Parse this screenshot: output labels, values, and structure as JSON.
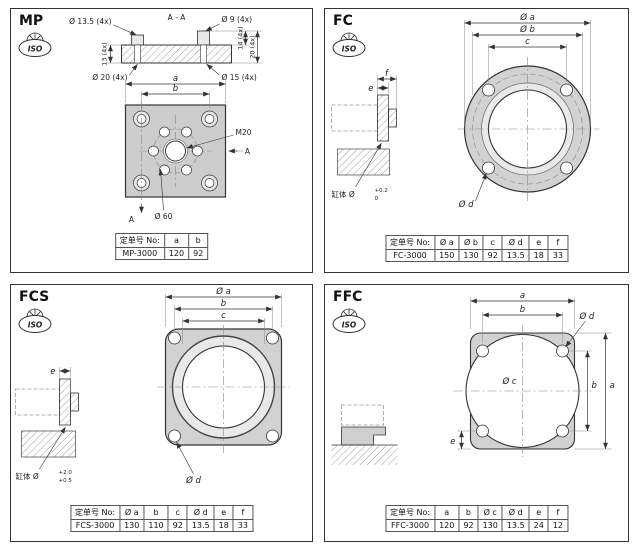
{
  "panels": [
    {
      "title": "MP",
      "iso": "ISO",
      "labels": {
        "dia13": "Ø 13.5 (4x)",
        "section": "A - A",
        "dia9": "Ø 9 (4x)",
        "r14": "14 (4x)",
        "r20": "20 (4x)",
        "l13": "13 (4x)",
        "dia20": "Ø 20 (4x)",
        "dia15": "Ø 15 (4x)",
        "a": "a",
        "b": "b",
        "m20": "M20",
        "dia60": "Ø 60",
        "sa1": "A",
        "sa2": "A"
      },
      "table": {
        "headers": [
          "定单号 No:",
          "a",
          "b"
        ],
        "rows": [
          [
            "MP-3000",
            "120",
            "92"
          ]
        ]
      }
    },
    {
      "title": "FC",
      "iso": "ISO",
      "labels": {
        "da": "Ø a",
        "db": "Ø b",
        "c": "c",
        "dd": "Ø d",
        "e": "e",
        "f": "f",
        "bore": "缸体 Ø",
        "tt": "+0.2",
        "tb": "0"
      },
      "table": {
        "headers": [
          "定单号 No:",
          "Ø a",
          "Ø b",
          "c",
          "Ø d",
          "e",
          "f"
        ],
        "rows": [
          [
            "FC-3000",
            "150",
            "130",
            "92",
            "13.5",
            "18",
            "33"
          ]
        ]
      }
    },
    {
      "title": "FCS",
      "iso": "ISO",
      "labels": {
        "da": "Ø a",
        "b": "b",
        "c": "c",
        "dd": "Ø d",
        "e": "e",
        "bore": "缸体 Ø",
        "tt": "+2.0",
        "tb": "+0.5"
      },
      "table": {
        "headers": [
          "定单号 No:",
          "Ø a",
          "b",
          "c",
          "Ø d",
          "e",
          "f"
        ],
        "rows": [
          [
            "FCS-3000",
            "130",
            "110",
            "92",
            "13.5",
            "18",
            "33"
          ]
        ]
      }
    },
    {
      "title": "FFC",
      "iso": "ISO",
      "labels": {
        "a": "a",
        "b": "b",
        "dc": "Ø c",
        "dd": "Ø d",
        "b2": "b",
        "a2": "a",
        "e": "e"
      },
      "table": {
        "headers": [
          "定单号 No:",
          "a",
          "b",
          "Ø c",
          "Ø d",
          "e",
          "f"
        ],
        "rows": [
          [
            "FFC-3000",
            "120",
            "92",
            "130",
            "13.5",
            "24",
            "12"
          ]
        ]
      }
    }
  ]
}
